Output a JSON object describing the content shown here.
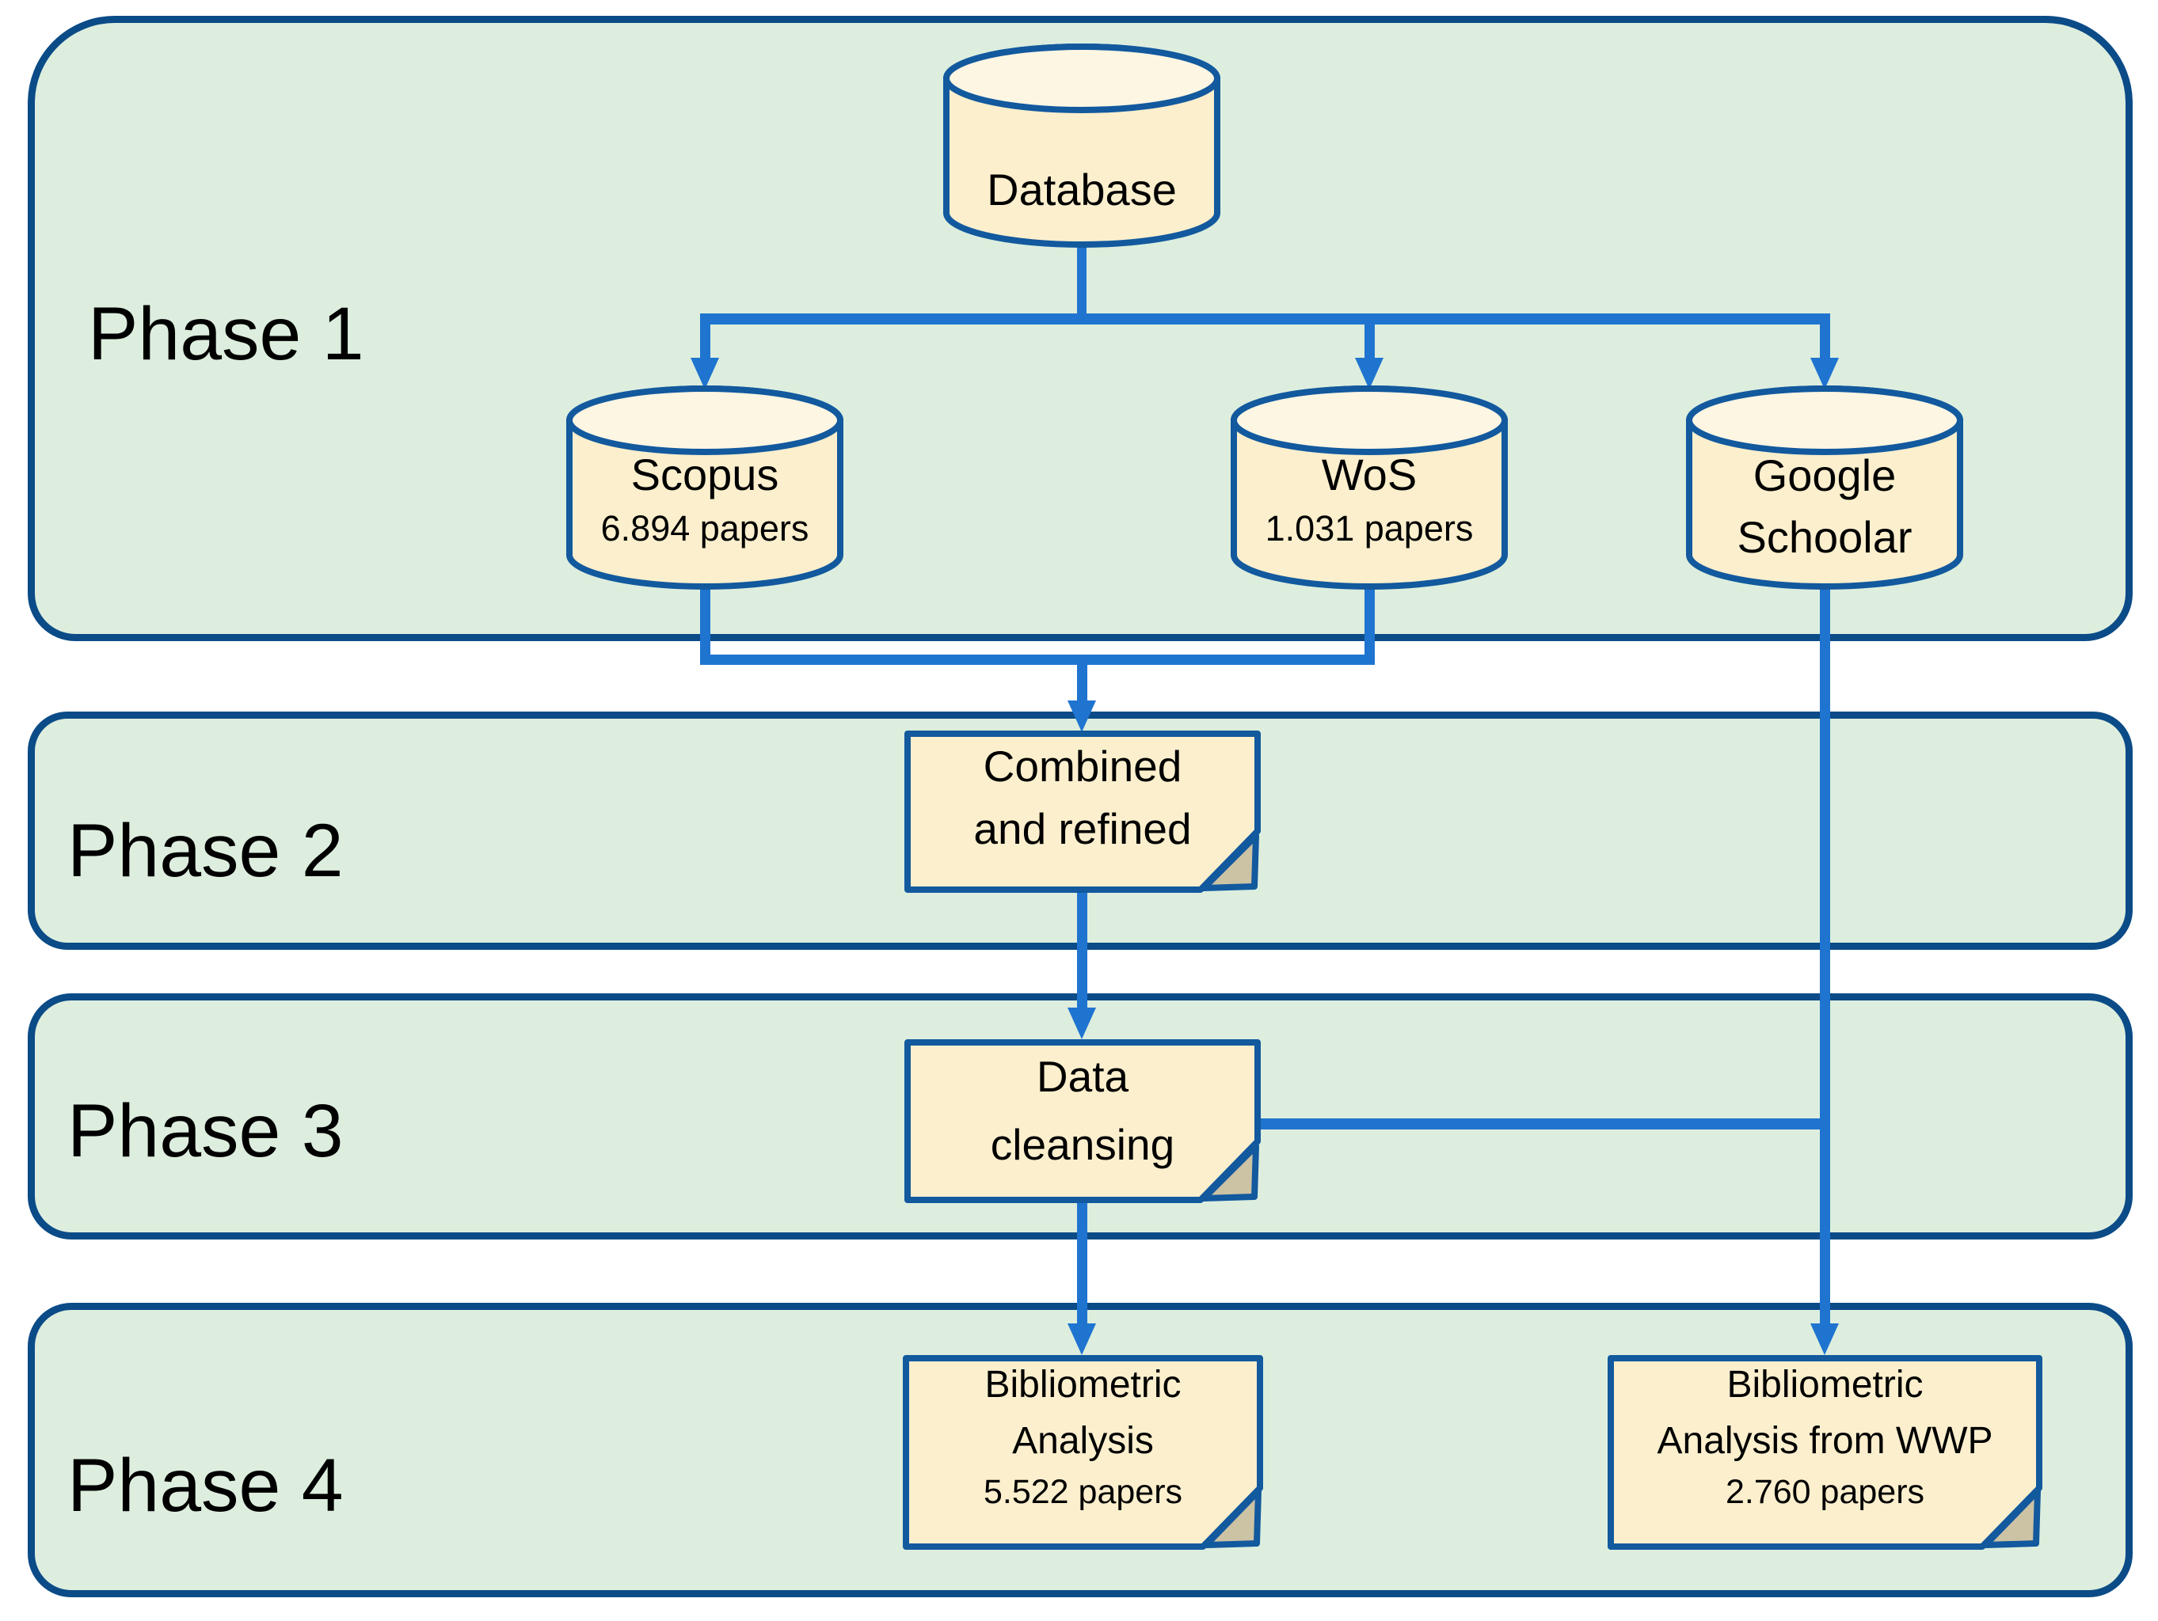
{
  "phases": [
    {
      "label": "Phase 1"
    },
    {
      "label": "Phase 2"
    },
    {
      "label": "Phase 3"
    },
    {
      "label": "Phase 4"
    }
  ],
  "nodes": {
    "database": {
      "label": "Database"
    },
    "scopus": {
      "title": "Scopus",
      "count": "6.894 papers"
    },
    "wos": {
      "title": "WoS",
      "count": "1.031 papers"
    },
    "google_scholar": {
      "line1": "Google",
      "line2": "Schoolar"
    },
    "combined": {
      "line1": "Combined",
      "line2": "and refined"
    },
    "data_cleansing": {
      "line1": "Data",
      "line2": "cleansing"
    },
    "bibliometric_main": {
      "line1": "Bibliometric",
      "line2": "Analysis",
      "line3": "5.522 papers"
    },
    "bibliometric_wwp": {
      "line1": "Bibliometric",
      "line2": "Analysis from WWP",
      "line3": "2.760 papers"
    }
  },
  "colors": {
    "background": "#FFFFFF",
    "band_fill": "#DDEEDE",
    "band_border": "#0B4B87",
    "connector_blue": "#1F74D0",
    "shape_fill": "#FBEFCD",
    "shape_top_fill": "#FDF6E3",
    "shape_border": "#12599E",
    "fold_fill": "#CCC2A4",
    "text": "#000000"
  }
}
